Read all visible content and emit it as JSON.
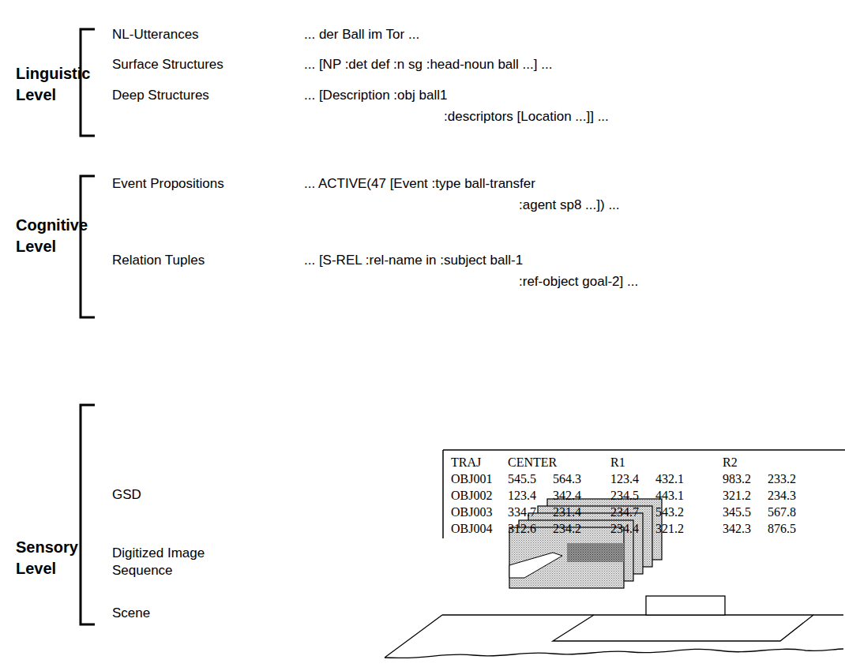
{
  "diagram": {
    "labels": [
      "Linguistic Level",
      "NL-Utterances",
      "... der Ball im Tor ...",
      "Surface Structures",
      "... [NP :det def :n sg :head-noun ball ...] ...",
      "Deep Structures",
      "... [Description :obj ball1",
      ":descriptors [Location ...]] ...",
      "Cognitive Level",
      "Event Propositions",
      "... ACTIVE(47 [Event :type ball-transfer",
      ":agent sp8 ...]) ...",
      "Relation Tuples",
      "... [S-REL :rel-name in :subject ball-1",
      ":ref-object goal-2] ...",
      "Sensory Level",
      "GSD",
      "TRAJ",
      "CENTER",
      "R1",
      "R2",
      "OBJ001",
      "545.5",
      "564.3",
      "123.4",
      "432.1",
      "983.2",
      "233.2",
      "OBJ002",
      "123.4",
      "342.4",
      "234.5",
      "443.1",
      "321.2",
      "234.3",
      "OBJ003",
      "334.7",
      "231.4",
      "234.7",
      "543.2",
      "345.5",
      "567.8",
      "OBJ004",
      "312.6",
      "234.2",
      "234.4",
      "321.2",
      "342.3",
      "876.5",
      "Digitized Image Sequence",
      "Scene"
    ]
  }
}
